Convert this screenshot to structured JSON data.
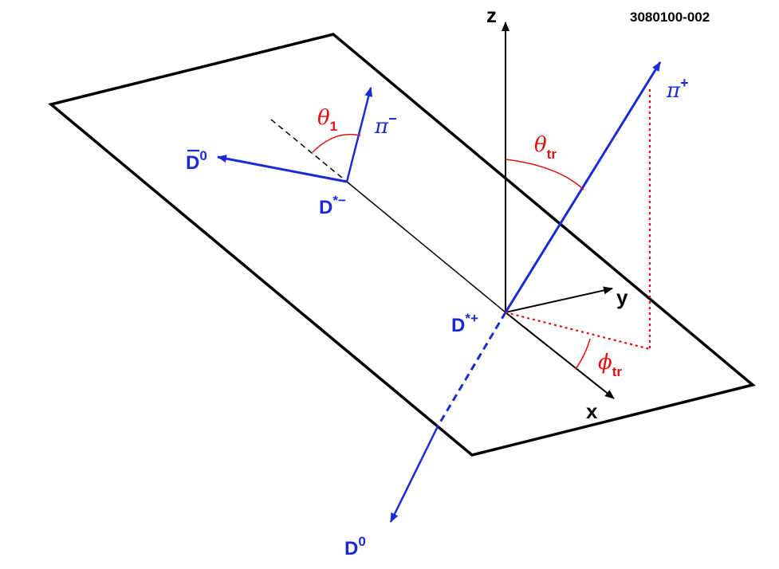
{
  "figure_id": "3080100-002",
  "axes": {
    "z": "z",
    "y": "y",
    "x": "x"
  },
  "particles": {
    "dstar_plus": {
      "main": "D",
      "sup": "*+"
    },
    "dstar_minus": {
      "main": "D",
      "sup": "*−"
    },
    "d0_bar": {
      "main": "D",
      "sup": "0"
    },
    "d0": {
      "main": "D",
      "sup": "0"
    },
    "pi_plus": {
      "main": "π",
      "sup": "+"
    },
    "pi_minus": {
      "main": "π",
      "sup": "−"
    }
  },
  "angles": {
    "theta_1": {
      "symbol": "θ",
      "sub": "1"
    },
    "theta_tr": {
      "symbol": "θ",
      "sub": "tr"
    },
    "phi_tr": {
      "symbol": "ϕ",
      "sub": "tr"
    }
  },
  "colors": {
    "particle": "#1a2bd6",
    "angle": "#e01010",
    "frame": "#000000"
  }
}
